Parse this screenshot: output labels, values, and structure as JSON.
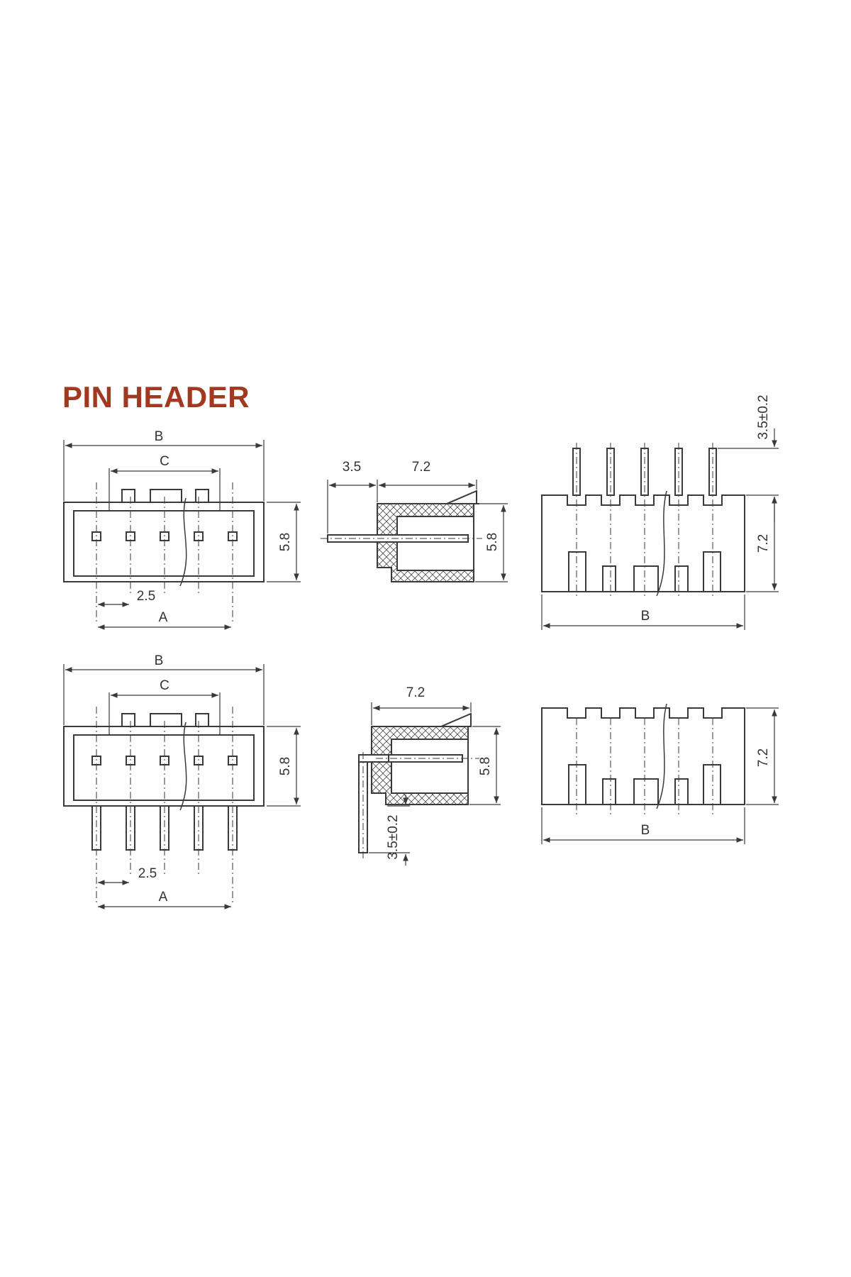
{
  "title": "PIN HEADER",
  "title_color": "#a0391f",
  "line_color": "#3a3a3a",
  "hatch_color": "#4a4a4a",
  "top_row": {
    "front": {
      "dim_B": "B",
      "dim_C": "C",
      "dim_height": "5.8",
      "dim_pitch": "2.5",
      "dim_A": "A"
    },
    "side": {
      "dim_pin": "3.5",
      "dim_depth": "7.2",
      "dim_height": "5.8"
    },
    "back": {
      "dim_pin": "3.5±0.2",
      "dim_height": "7.2",
      "dim_B": "B"
    }
  },
  "bottom_row": {
    "front": {
      "dim_B": "B",
      "dim_C": "C",
      "dim_height": "5.8",
      "dim_pitch": "2.5",
      "dim_A": "A"
    },
    "side": {
      "dim_depth": "7.2",
      "dim_height": "5.8",
      "dim_pin": "3.5±0.2"
    },
    "back": {
      "dim_height": "7.2",
      "dim_B": "B"
    }
  }
}
